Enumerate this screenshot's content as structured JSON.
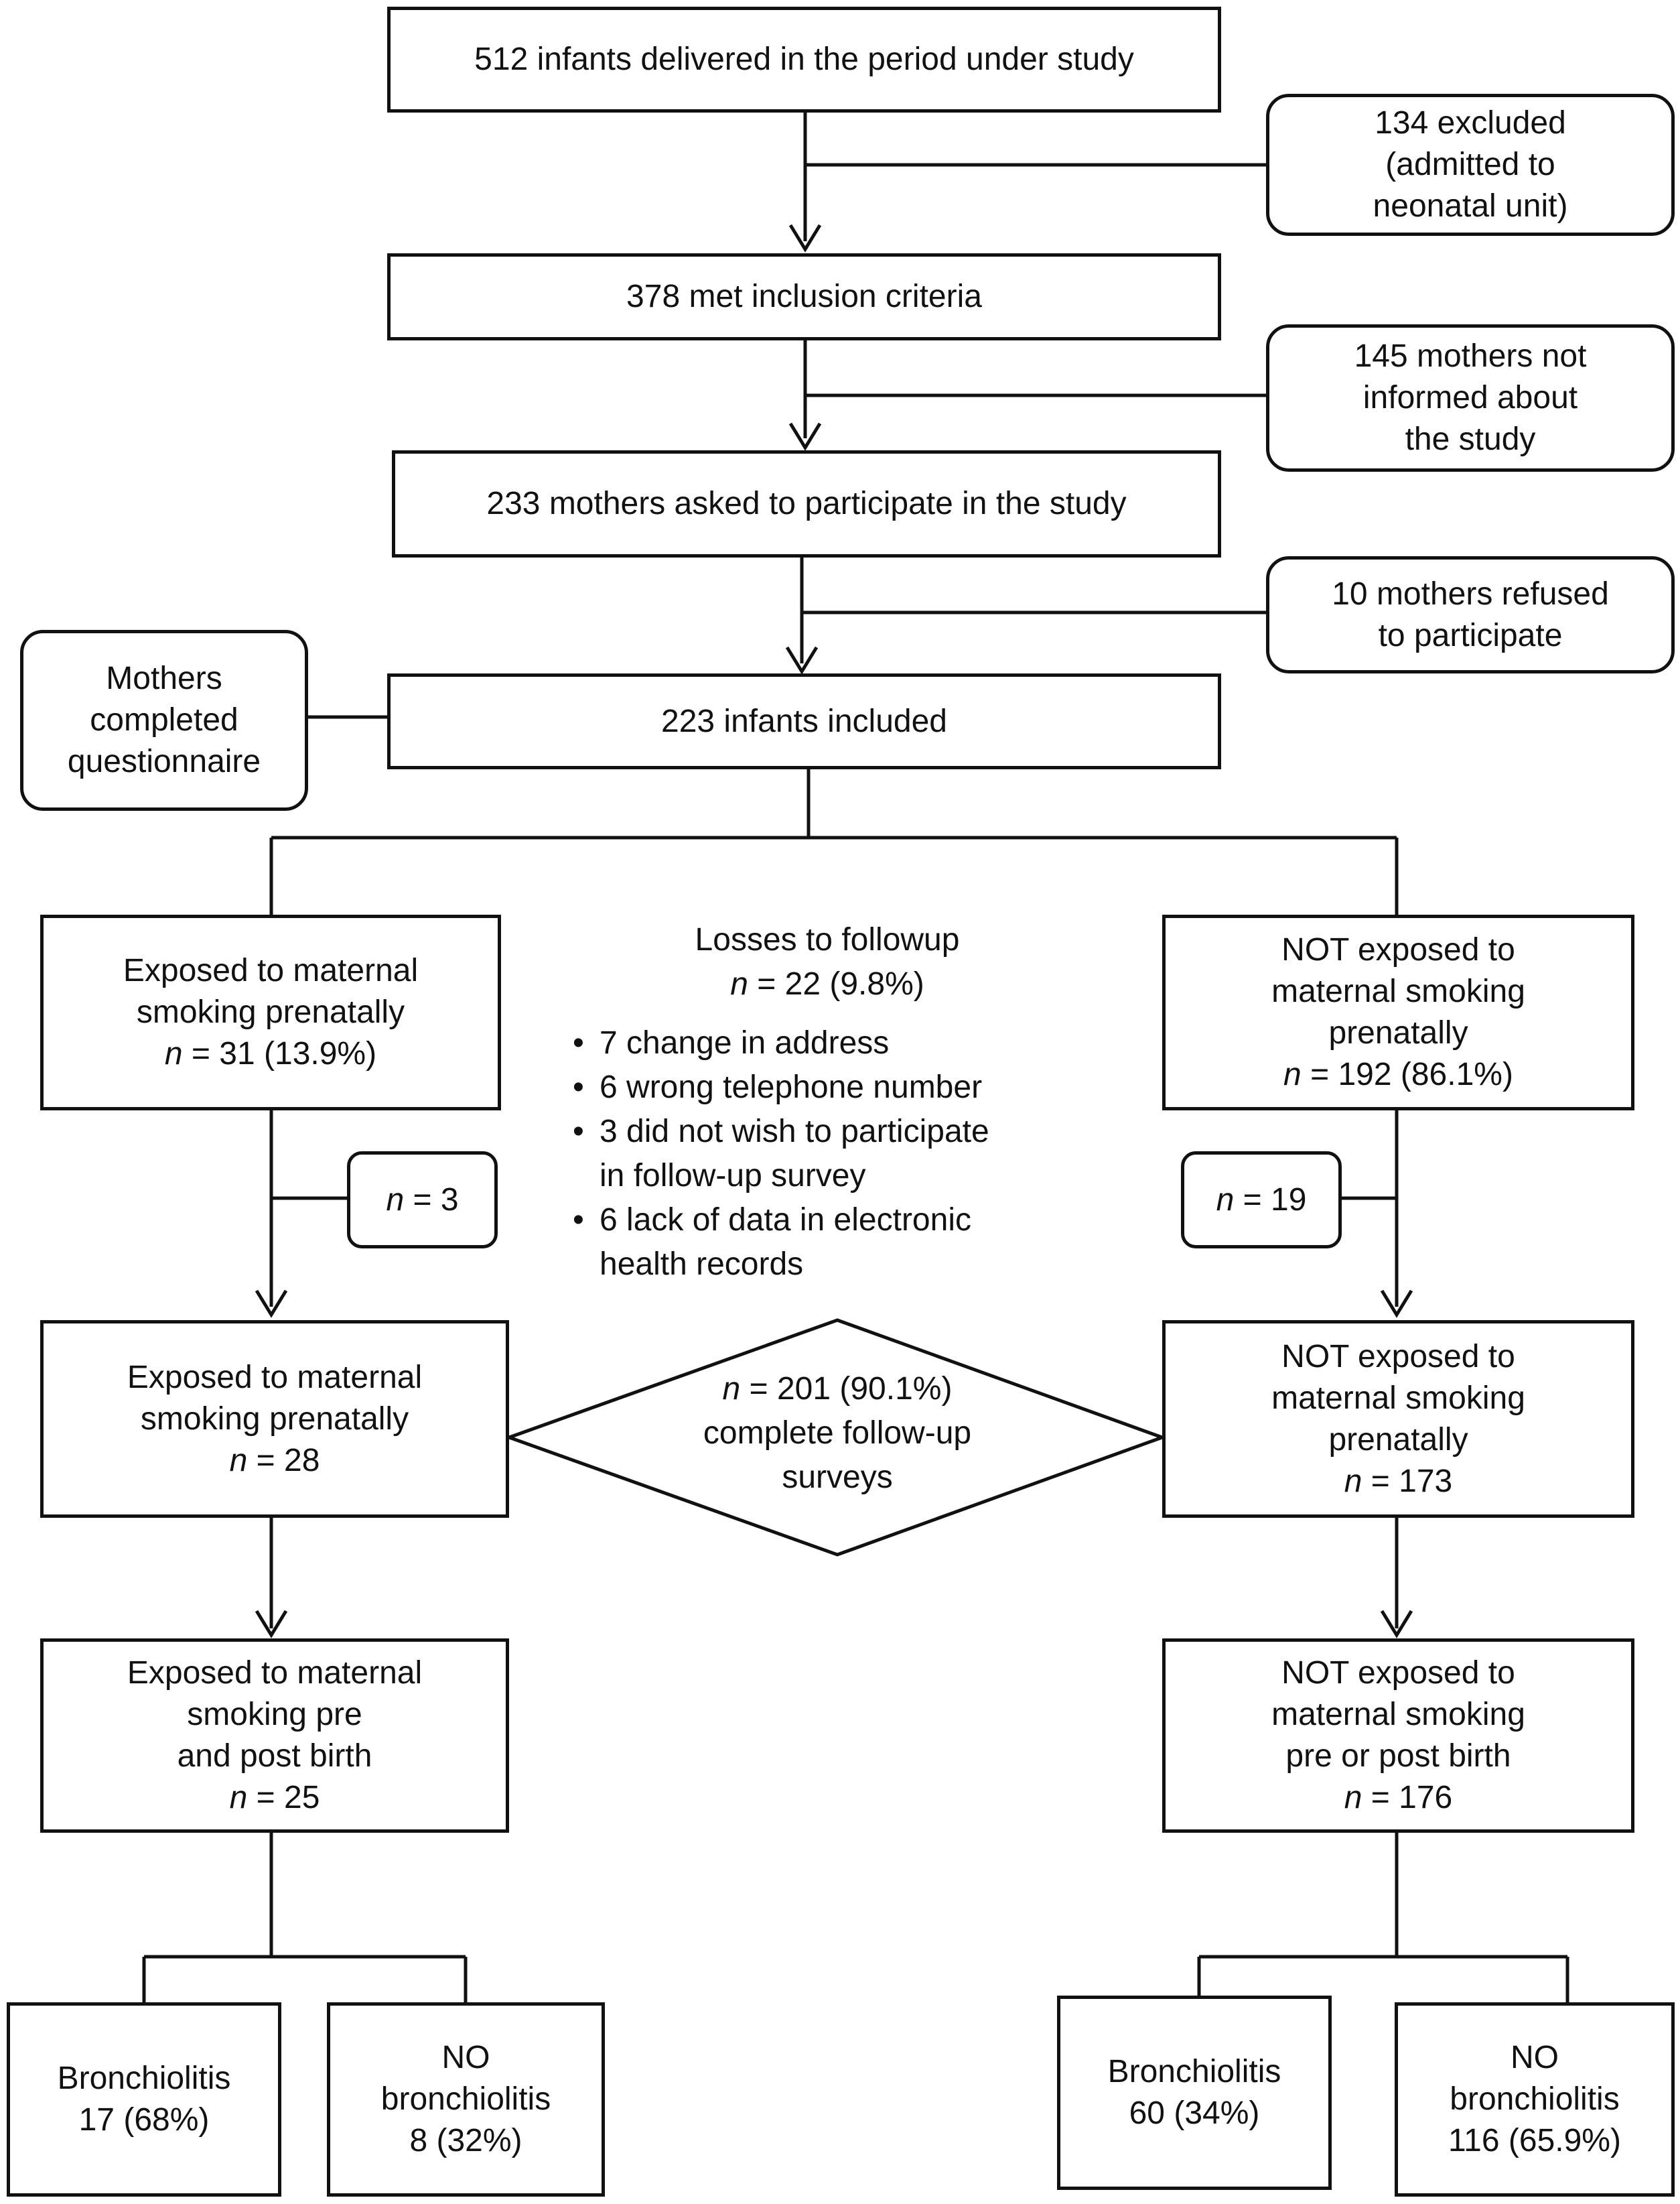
{
  "flow": {
    "delivered": "512 infants delivered in the period under study",
    "excluded_1": [
      "134 excluded",
      "(admitted to",
      "neonatal unit)"
    ],
    "inclusion": "378 met inclusion criteria",
    "not_informed": [
      "145 mothers not",
      "informed about",
      "the study"
    ],
    "asked": "233 mothers asked to participate in the study",
    "refused": [
      "10 mothers refused",
      "to participate"
    ],
    "questionnaire": [
      "Mothers",
      "completed",
      "questionnaire"
    ],
    "included": "223 infants included"
  },
  "exposed_prenatal": {
    "lines": [
      "Exposed to maternal",
      "smoking prenatally"
    ],
    "n_label": "n",
    "n_value": " = 31 (13.9%)"
  },
  "not_exposed_prenatal": {
    "lines": [
      "NOT exposed to",
      "maternal smoking",
      "prenatally"
    ],
    "n_label": "n",
    "n_value": " = 192 (86.1%)"
  },
  "losses": {
    "title": "Losses to followup",
    "n_label": "n",
    "n_value": " = 22 (9.8%)",
    "bullet_char": "•",
    "items": [
      [
        "7 change in address"
      ],
      [
        "6 wrong telephone number"
      ],
      [
        "3 did not wish to participate",
        "in follow-up survey"
      ],
      [
        "6 lack of data in electronic",
        "health records"
      ]
    ]
  },
  "loss_left": {
    "n_label": "n",
    "n_value": " = 3"
  },
  "loss_right": {
    "n_label": "n",
    "n_value": " = 19"
  },
  "exposed_followup": {
    "lines": [
      "Exposed to maternal",
      "smoking prenatally"
    ],
    "n_label": "n",
    "n_value": " = 28"
  },
  "complete": {
    "n_label": "n",
    "n_value": " = 201 (90.1%)",
    "lines": [
      "complete follow-up",
      "surveys"
    ]
  },
  "not_exposed_followup": {
    "lines": [
      "NOT exposed to",
      "maternal smoking",
      "prenatally"
    ],
    "n_label": "n",
    "n_value": " = 173"
  },
  "exposed_pre_post": {
    "lines": [
      "Exposed to maternal",
      "smoking pre",
      "and post birth"
    ],
    "n_label": "n",
    "n_value": " = 25"
  },
  "not_exposed_pre_post": {
    "lines": [
      "NOT exposed to",
      "maternal smoking",
      "pre or post birth"
    ],
    "n_label": "n",
    "n_value": " = 176"
  },
  "outcomes": {
    "exp_bronch": [
      "Bronchiolitis",
      "17 (68%)"
    ],
    "exp_no_bronch": [
      "NO",
      "bronchiolitis",
      "8 (32%)"
    ],
    "nexp_bronch": [
      "Bronchiolitis",
      "60 (34%)"
    ],
    "nexp_no_bronch": [
      "NO",
      "bronchiolitis",
      "116 (65.9%)"
    ]
  }
}
